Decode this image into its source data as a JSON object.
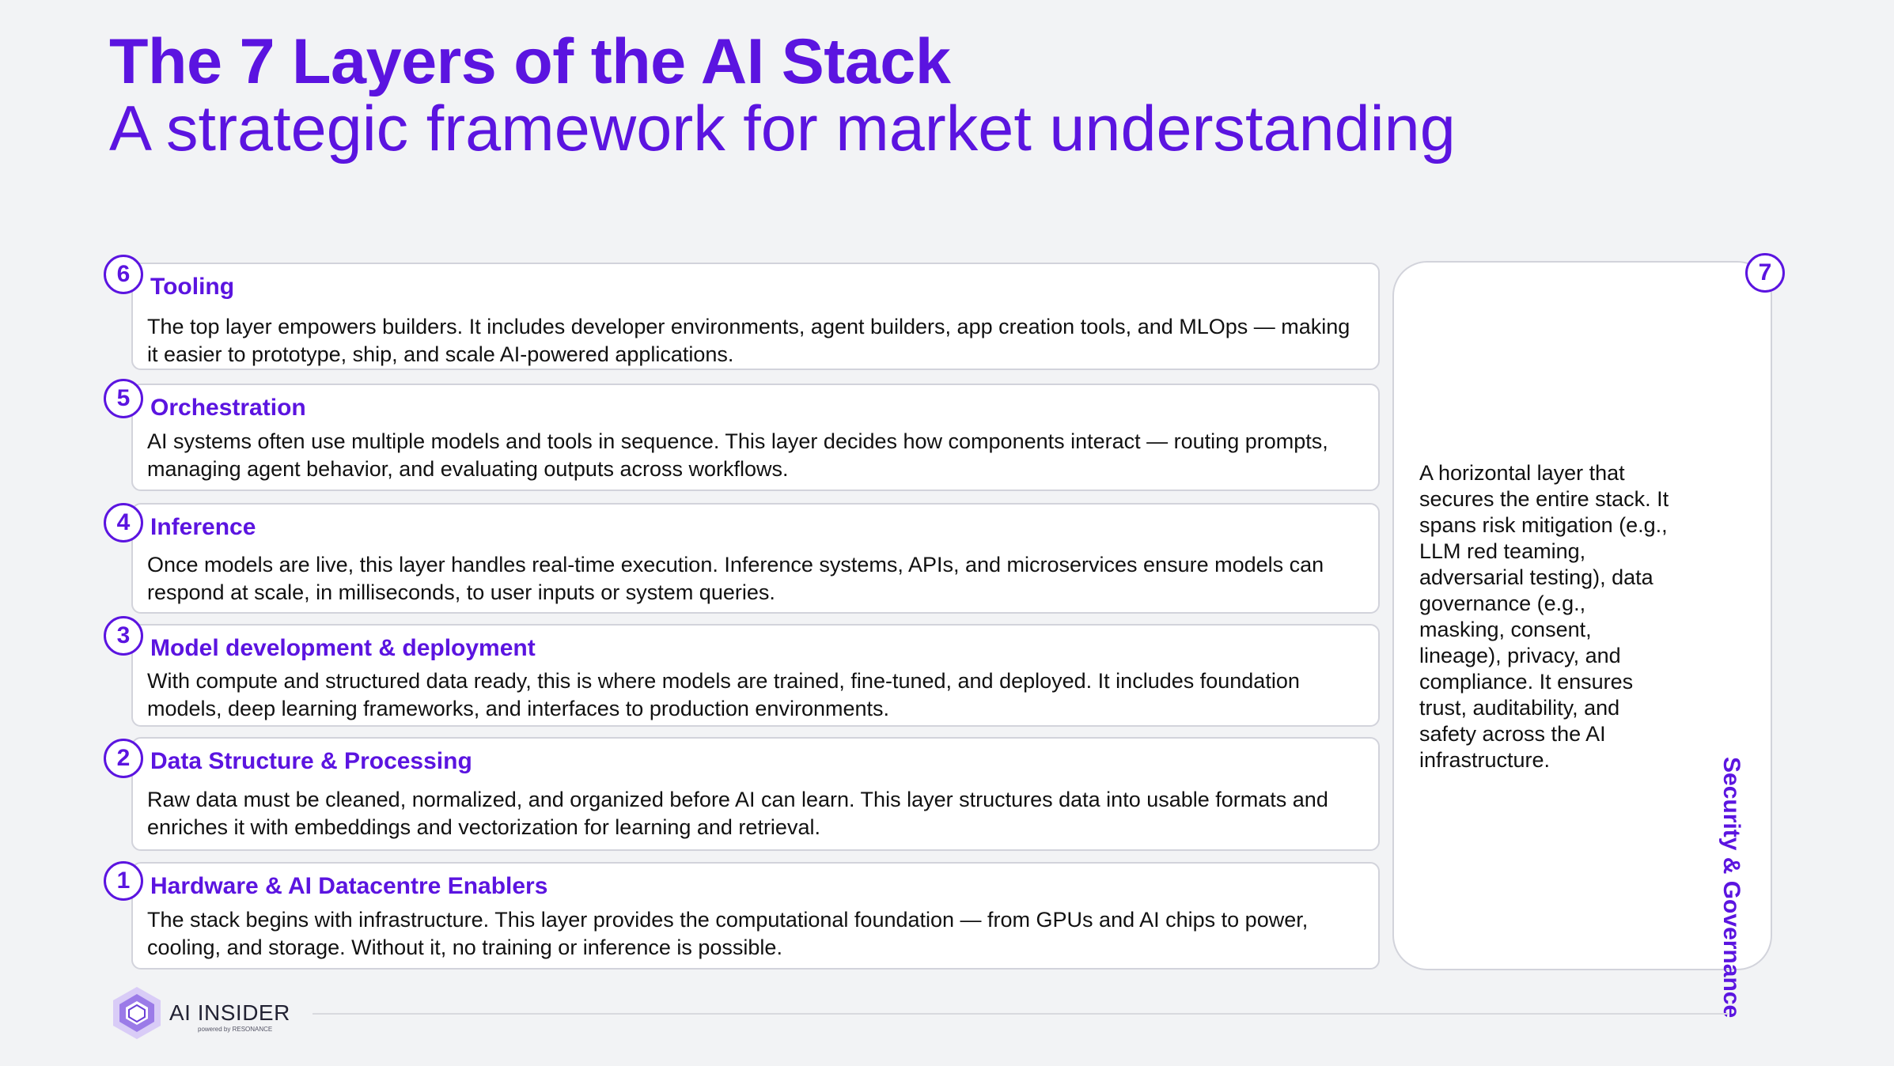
{
  "header": {
    "title": "The 7 Layers of the AI Stack",
    "subtitle": "A strategic framework for market understanding"
  },
  "layers": [
    {
      "number": "6",
      "title": "Tooling",
      "description": "The top layer empowers builders. It includes developer environments, agent builders, app creation tools, and MLOps — making it easier to prototype, ship, and scale AI-powered applications."
    },
    {
      "number": "5",
      "title": "Orchestration",
      "description": "AI systems often use multiple models and tools in sequence. This layer decides how components interact — routing prompts, managing agent behavior, and evaluating outputs across workflows."
    },
    {
      "number": "4",
      "title": "Inference",
      "description": "Once models are live, this layer handles real-time execution. Inference systems, APIs, and microservices ensure models can respond at scale, in milliseconds, to user inputs or system queries."
    },
    {
      "number": "3",
      "title": "Model development & deployment",
      "description": "With compute and structured data ready, this is where models are trained, fine-tuned, and deployed. It includes foundation models, deep learning frameworks, and interfaces to production environments."
    },
    {
      "number": "2",
      "title": "Data Structure & Processing",
      "description": "Raw data must be cleaned, normalized, and organized before AI can learn. This layer structures data into usable formats and enriches it with embeddings and vectorization for learning and retrieval."
    },
    {
      "number": "1",
      "title": "Hardware & AI Datacentre Enablers",
      "description": "The stack begins with infrastructure. This layer provides the computational foundation — from GPUs and AI chips to power, cooling, and storage. Without it, no training or inference is possible."
    }
  ],
  "security_layer": {
    "number": "7",
    "label": "Security & Governance",
    "description": "A horizontal layer that secures the entire stack. It spans risk mitigation (e.g., LLM red teaming, adversarial testing), data governance (e.g., masking, consent, lineage), privacy, and compliance. It ensures trust, auditability, and safety across the AI infrastructure."
  },
  "footer": {
    "brand": "AI INSIDER",
    "brand_sub": "powered by RESONANCE",
    "logo_icon": "hexagon-logo-icon"
  },
  "colors": {
    "accent": "#5b14e0",
    "background": "#f2f3f5",
    "card": "#ffffff",
    "border": "#d2d3db",
    "text": "#111111"
  }
}
